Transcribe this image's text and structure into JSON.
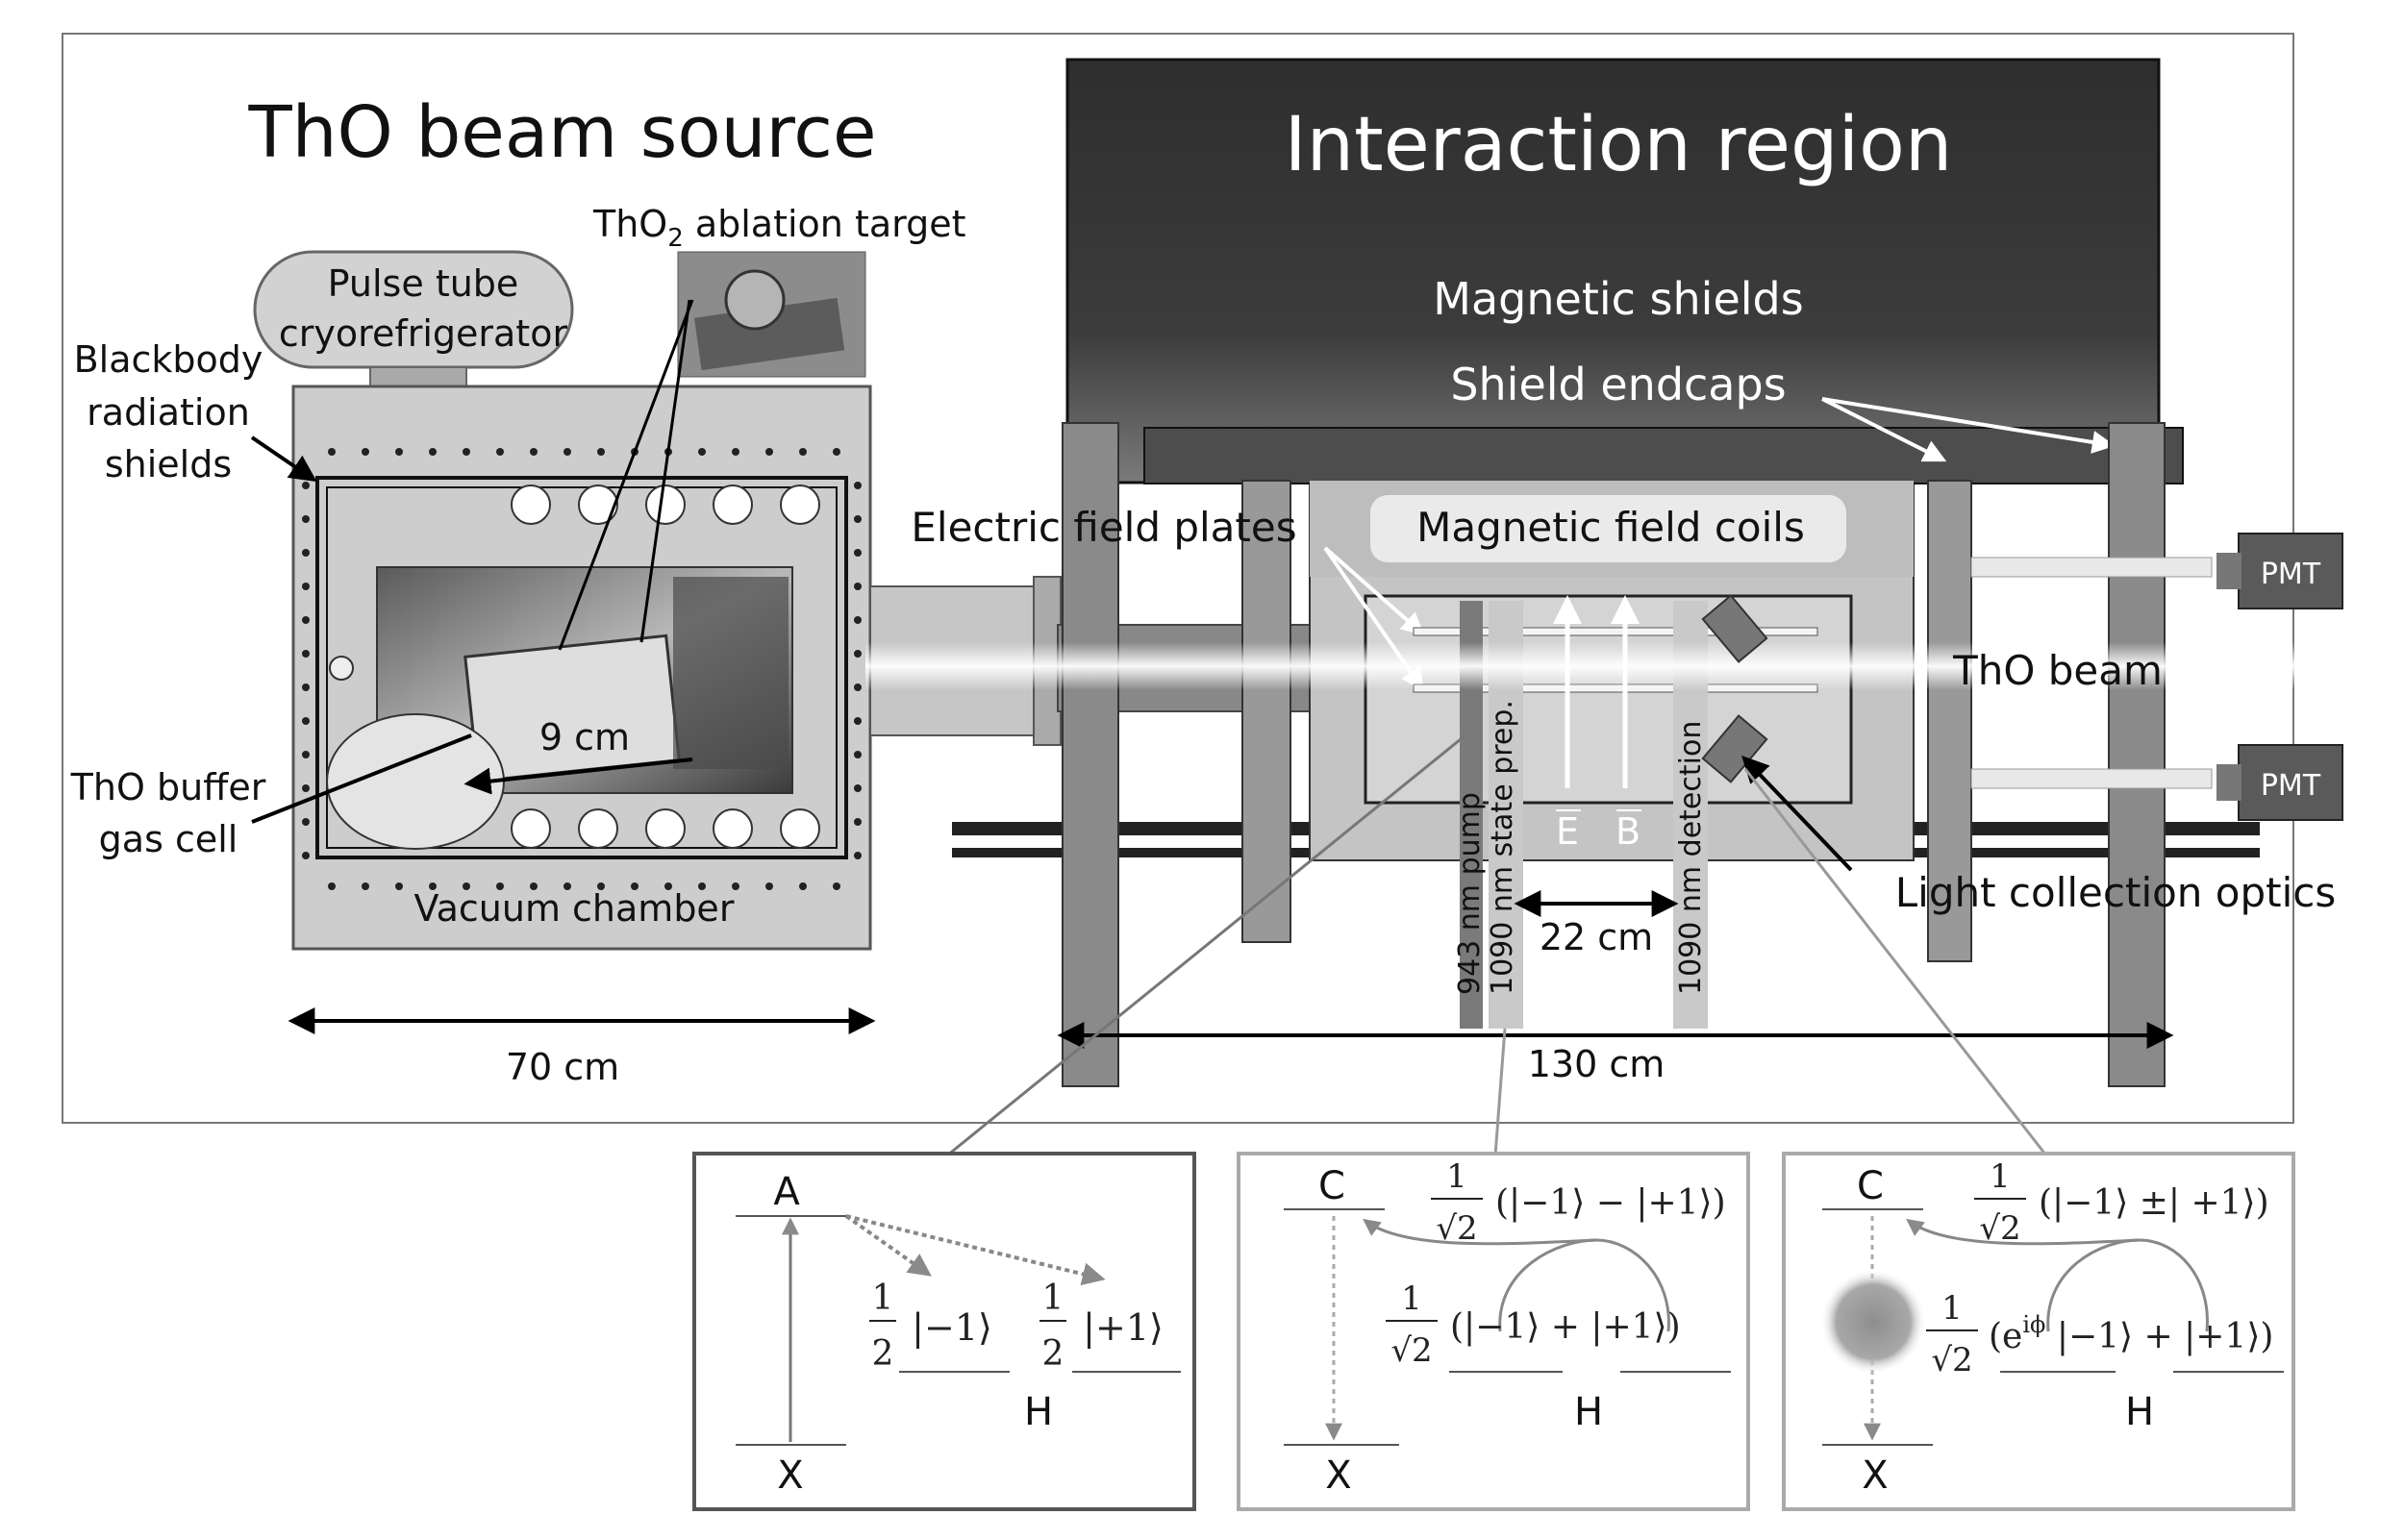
{
  "source": {
    "title": "ThO beam source",
    "ablation_target": {
      "prefix": "ThO",
      "sub": "2",
      "suffix": " ablation target"
    },
    "pulse_tube": [
      "Pulse tube",
      "cryorefrigerator"
    ],
    "blackbody": [
      "Blackbody",
      "radiation",
      "shields"
    ],
    "buffer_cell": [
      "ThO buffer",
      "gas cell"
    ],
    "cell_length": "9 cm",
    "vacuum_chamber": "Vacuum chamber",
    "width": "70 cm"
  },
  "interaction": {
    "title": "Interaction region",
    "magnetic_shields": "Magnetic shields",
    "shield_endcaps": "Shield endcaps",
    "electric_plates": "Electric field plates",
    "magnetic_coils": "Magnetic field coils",
    "pmt_top": "PMT",
    "pmt_bottom": "PMT",
    "beam": "ThO beam",
    "light_optics": "Light collection optics",
    "laser_pump": "943 nm pump",
    "laser_prep": "1090 nm state prep.",
    "laser_detect": "1090 nm detection",
    "field_e": "E",
    "field_b": "B",
    "spacing": "22 cm",
    "length": "130 cm"
  },
  "panel1": {
    "A": "A",
    "X": "X",
    "H": "H",
    "ket_minus": "|−1⟩",
    "ket_plus": "|+1⟩",
    "one": "1",
    "two": "2"
  },
  "panel2": {
    "C": "C",
    "X": "X",
    "H": "H",
    "one": "1",
    "sqrt2": "√2",
    "c_state": "(|−1⟩ − |+1⟩)",
    "h_state": "(|−1⟩ + |+1⟩)"
  },
  "panel3": {
    "C": "C",
    "X": "X",
    "H": "H",
    "one": "1",
    "sqrt2": "√2",
    "c_state": "(|−1⟩ ±| +1⟩)",
    "h_state_pre": "(e",
    "h_state_exp": "iϕ",
    "h_state_post": " |−1⟩ + |+1⟩)"
  },
  "colors": {
    "shield_dark": "#2b2b2b",
    "chamber_gray": "#cfcfcf",
    "frame_gray": "#8a8a8a",
    "laser_dark": "#7a7a7a",
    "laser_light": "#c8c8c8"
  }
}
